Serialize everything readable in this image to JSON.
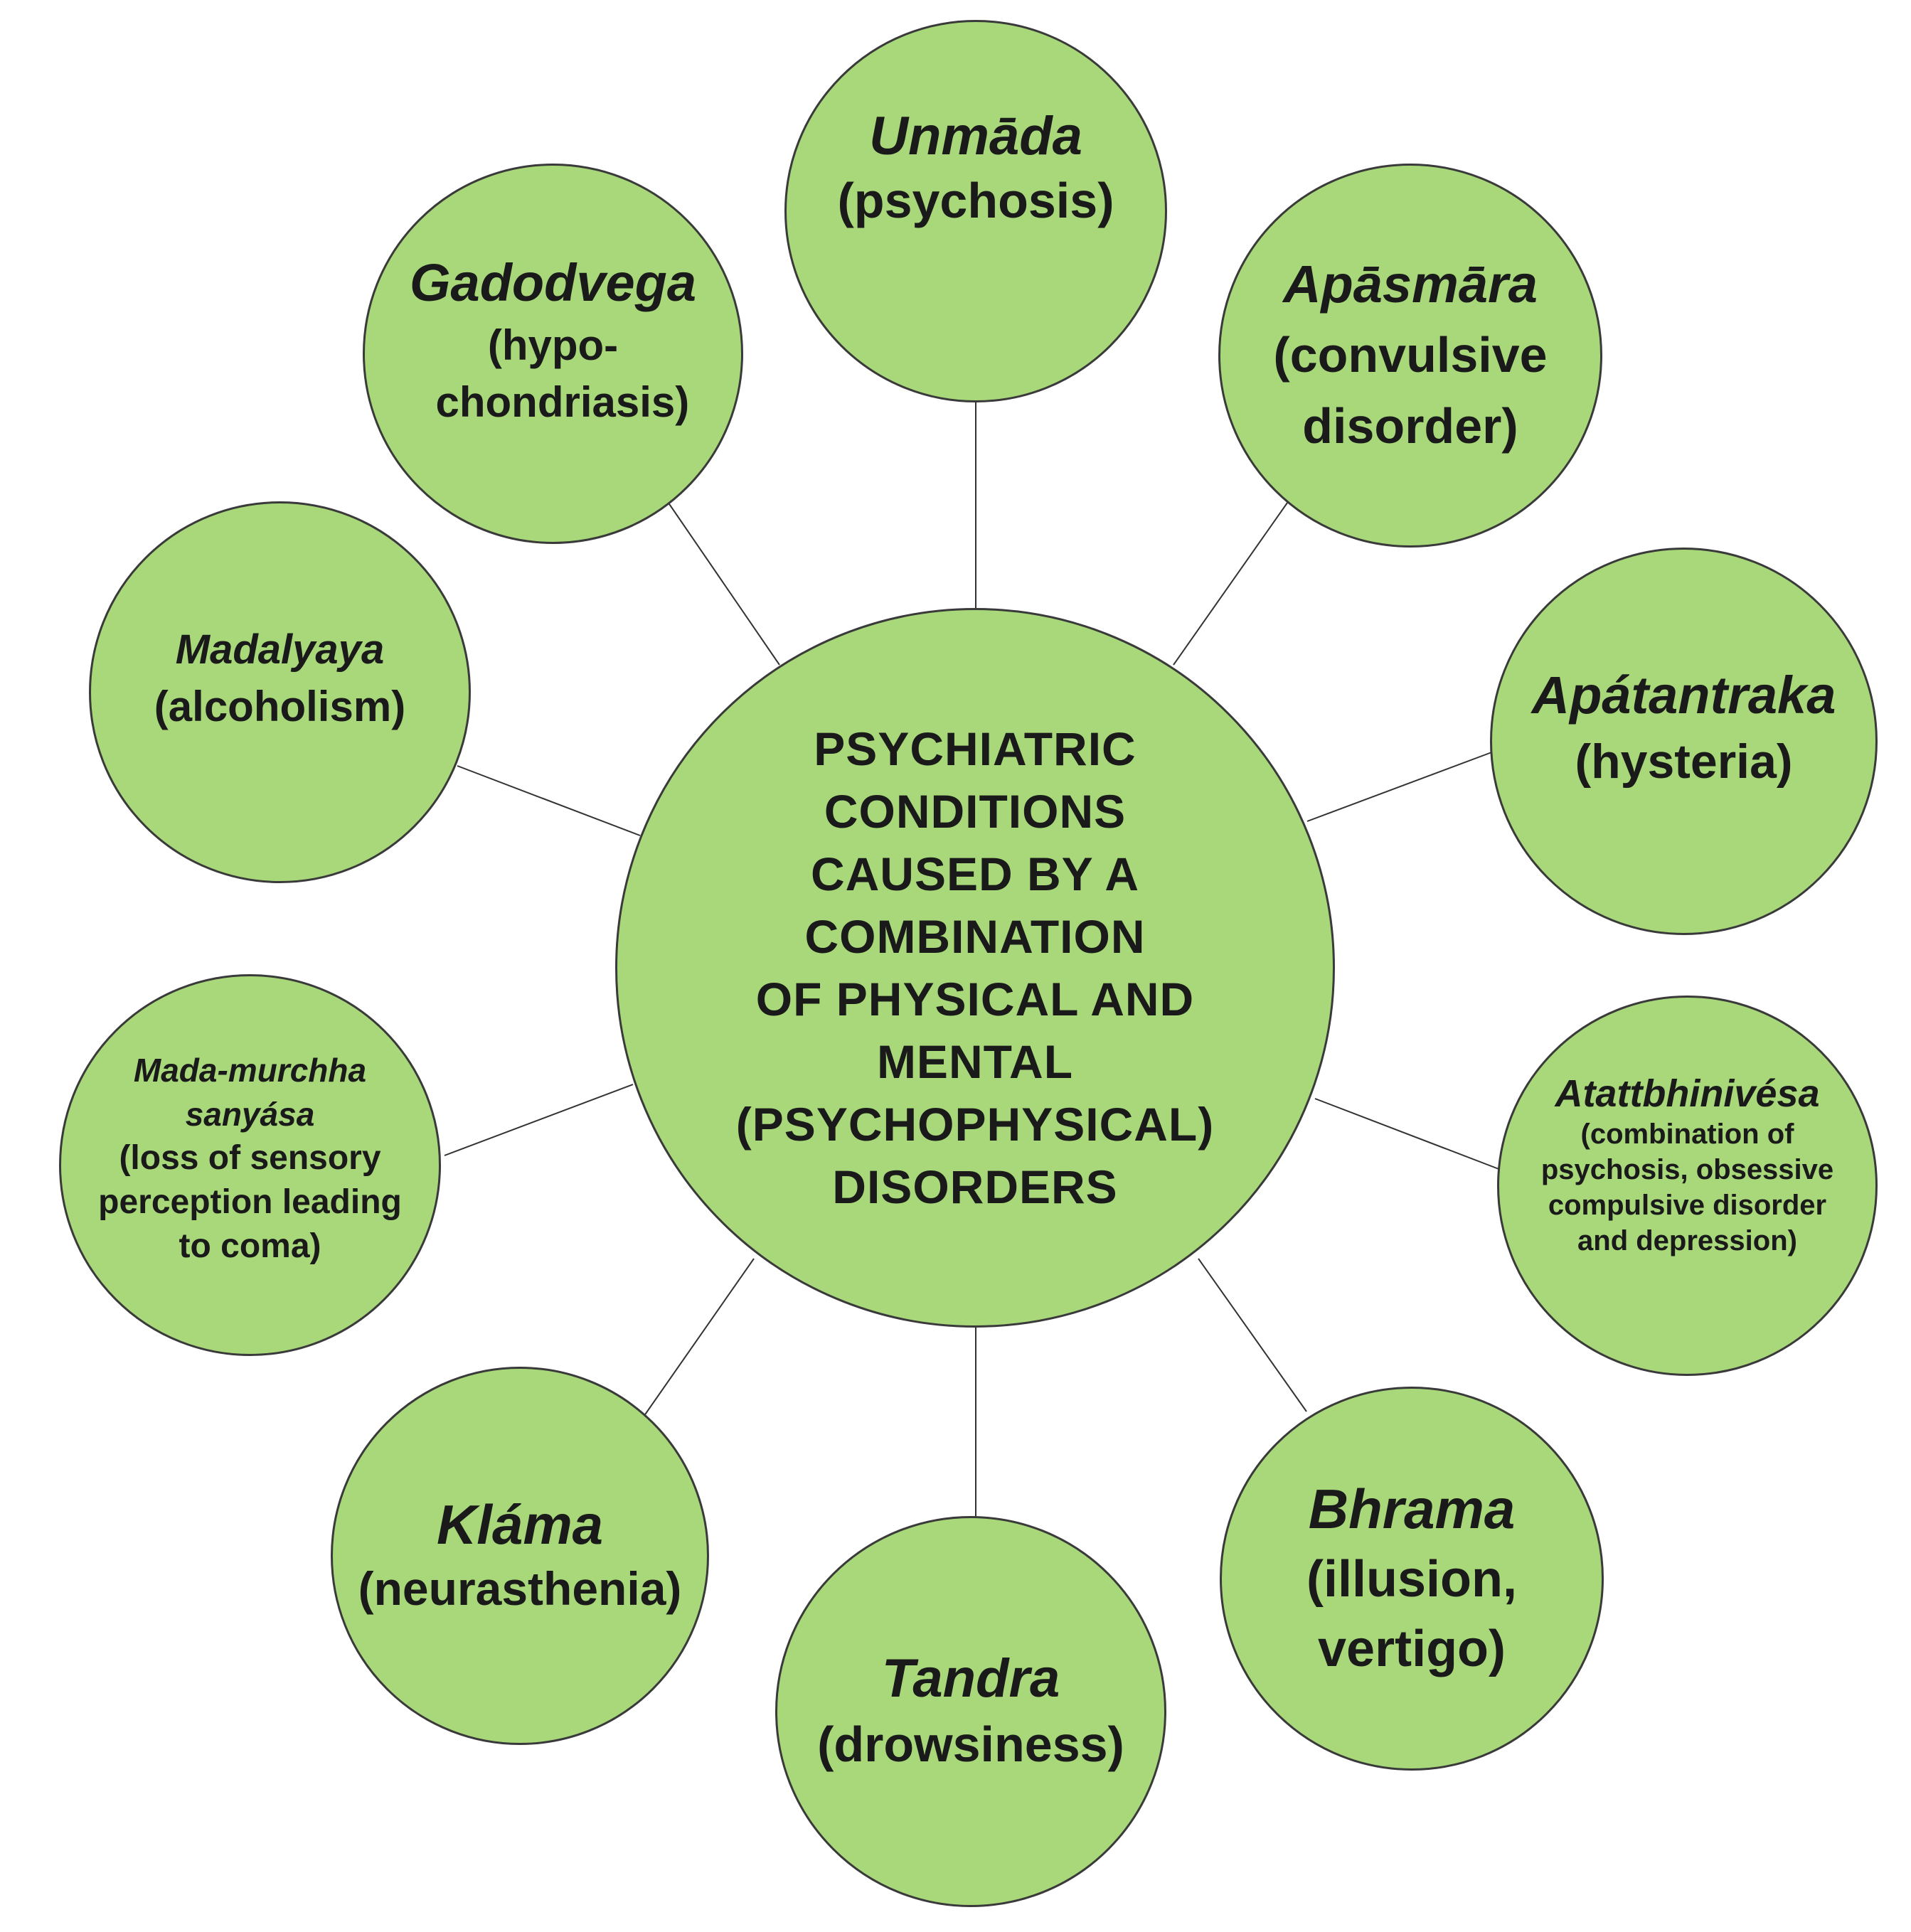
{
  "center": {
    "label": "PSYCHIATRIC\nCONDITIONS\nCAUSED BY A\nCOMBINATION\nOF PHYSICAL AND\nMENTAL\n(PSYCHOPHYSICAL)\nDISORDERS"
  },
  "conditions": [
    {
      "id": "unmada",
      "term": "Unmāda",
      "desc": "(psychosis)"
    },
    {
      "id": "apasmara",
      "term": "Apāsmāra",
      "desc": "(convulsive disorder)"
    },
    {
      "id": "apatantraka",
      "term": "Apátantraka",
      "desc": "(hysteria)"
    },
    {
      "id": "atattbhinivesa",
      "term": "Atattbhinivésa",
      "desc": "(combination of psychosis, obsessive compulsive disorder and depression)"
    },
    {
      "id": "bhrama",
      "term": "Bhrama",
      "desc": "(illusion, vertigo)"
    },
    {
      "id": "tandra",
      "term": "Tandra",
      "desc": "(drowsiness)"
    },
    {
      "id": "klama",
      "term": "Kláma",
      "desc": "(neurasthenia)"
    },
    {
      "id": "mada-murchha",
      "term": "Mada-murchha sanyása",
      "desc": "(loss of sensory perception leading to coma)"
    },
    {
      "id": "madalyaya",
      "term": "Madalyaya",
      "desc": "(alcoholism)"
    },
    {
      "id": "gadodvega",
      "term": "Gadodvega",
      "desc": "(hypo-chondriasis)"
    }
  ],
  "colors": {
    "node_fill": "#a8d87a",
    "node_border": "#3a3a3a",
    "connector": "#333333",
    "text": "#1a1a1a"
  }
}
